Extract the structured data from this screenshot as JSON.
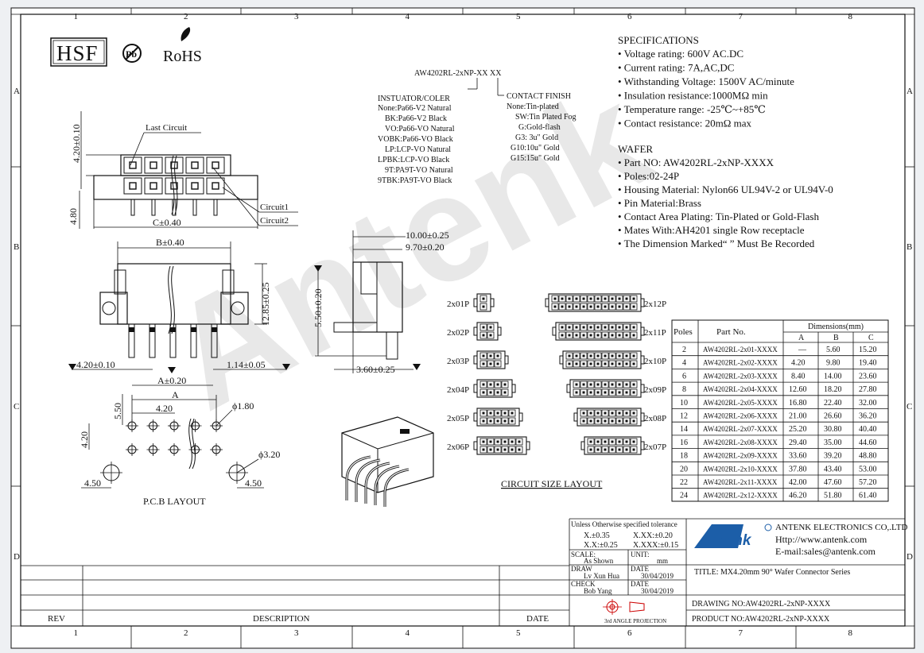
{
  "title_block": {
    "logos": {
      "hsf": "HSF",
      "pb": "Pb",
      "rohs": "RoHS"
    },
    "watermark": "Antenk",
    "grid_cols": [
      "1",
      "2",
      "3",
      "4",
      "5",
      "6",
      "7",
      "8"
    ],
    "grid_rows": [
      "A",
      "B",
      "C",
      "D"
    ],
    "revision": {
      "rev": "REV",
      "description": "DESCRIPTION",
      "date": "DATE"
    },
    "tolerance": {
      "heading": "Unless Otherwise specified tolerance",
      "x": "X.±0.35",
      "xx": "X.XX:±0.20",
      "x2": "X.X:±0.25",
      "xxx": "X.XXX:±0.15"
    },
    "scale_label": "SCALE:",
    "scale_value": "As Shown",
    "unit_label": "UNIT:",
    "unit_value": "mm",
    "draw_label": "DRAW",
    "draw_name": "Lv Xun Hua",
    "draw_date_label": "DATE",
    "draw_date": "30/04/2019",
    "check_label": "CHECK",
    "check_name": "Bob Yang",
    "check_date_label": "DATE",
    "check_date": "30/04/2019",
    "projection": "3rd ANGLE PROJECTION",
    "company_logo_text": "Antenk",
    "company_name": "ANTENK ELECTRONICS CO,.LTD",
    "company_web": "Http://www.antenk.com",
    "company_email": "E-mail:sales@antenk.com",
    "title": "TITLE: MX4.20mm 90° Wafer Connector Series",
    "drawing_no": "DRAWING NO:AW4202RL-2xNP-XXXX",
    "product_no": "PRODUCT NO:AW4202RL-2xNP-XXXX"
  },
  "part_code": {
    "code": "AW4202RL-2xNP-XX  XX",
    "insulator_title": "INSTUATOR/COLER",
    "insulator_options": [
      "None:Pa66-V2 Natural",
      "BK:Pa66-V2 Black",
      "VO:Pa66-VO Natural",
      "VOBK:Pa66-VO Black",
      "LP:LCP-VO Natural",
      "LPBK:LCP-VO Black",
      "9T:PA9T-VO Natural",
      "9TBK:PA9T-VO Black"
    ],
    "finish_title": "CONTACT FINISH",
    "finish_options": [
      "None:Tin-plated",
      "SW:Tin Plated Fog",
      "G:Gold-flash",
      "G3: 3u\" Gold",
      "G10:10u\" Gold",
      "G15:15u\" Gold"
    ]
  },
  "specifications": {
    "title": "SPECIFICATIONS",
    "items": [
      "• Voltage rating: 600V AC.DC",
      "• Current rating: 7A,AC,DC",
      "• Withstanding Voltage: 1500V AC/minute",
      "• Insulation resistance:1000MΩ  min",
      "• Temperature range: -25℃~+85℃",
      "• Contact resistance: 20mΩ  max"
    ]
  },
  "wafer": {
    "title": "WAFER",
    "items": [
      "• Part NO: AW4202RL-2xNP-XXXX",
      "• Poles:02-24P",
      "• Housing Material: Nylon66 UL94V-2 or UL94V-0",
      "• Pin Material:Brass",
      "• Contact Area Plating: Tin-Plated or Gold-Flash",
      "• Mates With:AH4201 single Row receptacle",
      "• The Dimension Marked“   ” Must Be Recorded"
    ]
  },
  "dimensions_table": {
    "header_poles": "Poles",
    "header_part": "Part No.",
    "header_dims": "Dimensions(mm)",
    "cols": [
      "A",
      "B",
      "C"
    ],
    "rows": [
      [
        "2",
        "AW4202RL-2x01-XXXX",
        "—",
        "5.60",
        "15.20"
      ],
      [
        "4",
        "AW4202RL-2x02-XXXX",
        "4.20",
        "9.80",
        "19.40"
      ],
      [
        "6",
        "AW4202RL-2x03-XXXX",
        "8.40",
        "14.00",
        "23.60"
      ],
      [
        "8",
        "AW4202RL-2x04-XXXX",
        "12.60",
        "18.20",
        "27.80"
      ],
      [
        "10",
        "AW4202RL-2x05-XXXX",
        "16.80",
        "22.40",
        "32.00"
      ],
      [
        "12",
        "AW4202RL-2x06-XXXX",
        "21.00",
        "26.60",
        "36.20"
      ],
      [
        "14",
        "AW4202RL-2x07-XXXX",
        "25.20",
        "30.80",
        "40.40"
      ],
      [
        "16",
        "AW4202RL-2x08-XXXX",
        "29.40",
        "35.00",
        "44.60"
      ],
      [
        "18",
        "AW4202RL-2x09-XXXX",
        "33.60",
        "39.20",
        "48.80"
      ],
      [
        "20",
        "AW4202RL-2x10-XXXX",
        "37.80",
        "43.40",
        "53.00"
      ],
      [
        "22",
        "AW4202RL-2x11-XXXX",
        "42.00",
        "47.60",
        "57.20"
      ],
      [
        "24",
        "AW4202RL-2x12-XXXX",
        "46.20",
        "51.80",
        "61.40"
      ]
    ]
  },
  "circuit_layout": {
    "title": "CIRCUIT SIZE LAYOUT",
    "left_labels": [
      "2x01P",
      "2x02P",
      "2x03P",
      "2x04P",
      "2x05P",
      "2x06P"
    ],
    "right_labels": [
      "2x12P",
      "2x11P",
      "2x10P",
      "2x09P",
      "2x08P",
      "2x07P"
    ],
    "left_counts": [
      1,
      2,
      3,
      4,
      5,
      6
    ],
    "right_counts": [
      12,
      11,
      10,
      9,
      8,
      7
    ]
  },
  "front_view": {
    "last_circuit": "Last Circuit",
    "circuit1": "Circuit1",
    "circuit2": "Circuit2",
    "dim_420": "4.20±0.10",
    "dim_480": "4.80",
    "dim_c": "C±0.40"
  },
  "bottom_view": {
    "dim_b": "B±0.40",
    "dim_1285": "12.85±0.25",
    "dim_420": "4.20±0.10",
    "dim_a": "A±0.20",
    "dim_114": "1.14±0.05"
  },
  "side_view": {
    "dim_1000": "10.00±0.25",
    "dim_970": "9.70±0.20",
    "dim_550": "5.50±0.20",
    "dim_360": "3.60±0.25"
  },
  "pcb_layout": {
    "title": "P.C.B LAYOUT",
    "dim_a": "A",
    "dim_550": "5.50",
    "dim_420h": "4.20",
    "dim_420v": "4.20",
    "dim_hole1": "ϕ1.80",
    "dim_hole2": "ϕ3.20",
    "dim_450l": "4.50",
    "dim_450r": "4.50"
  }
}
